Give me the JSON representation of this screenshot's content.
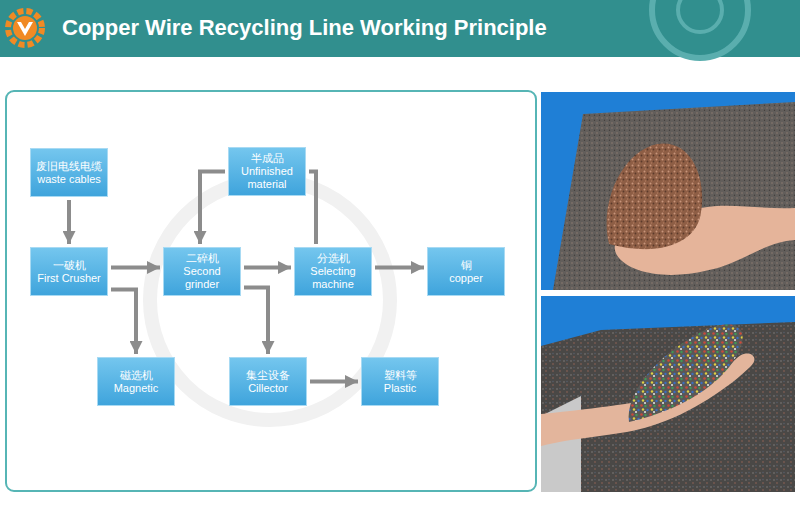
{
  "diagram": {
    "title": "Copper Wire Recycling Line Working Principle",
    "nodes": [
      {
        "text": [
          "废旧电线电缆",
          "waste cables"
        ]
      },
      {
        "text": [
          "半成品",
          "Unfinished material"
        ]
      },
      {
        "text": [
          "一破机",
          "First Crusher"
        ]
      },
      {
        "text": [
          "二碎机",
          "Second grinder"
        ]
      },
      {
        "text": [
          "分选机",
          "Selecting machine"
        ]
      },
      {
        "text": [
          "铜",
          "copper"
        ]
      },
      {
        "text": [
          "磁选机",
          "Magnetic"
        ]
      },
      {
        "text": [
          "集尘设备",
          "Cillector"
        ]
      },
      {
        "text": [
          "塑料等",
          "Plastic"
        ]
      }
    ],
    "edges": [
      {
        "from": 0,
        "to": 2,
        "arrow": "to"
      },
      {
        "from": 2,
        "to": 3,
        "arrow": "to"
      },
      {
        "from": 2,
        "to": 6,
        "arrow": "to"
      },
      {
        "from": 3,
        "to": 4,
        "arrow": "to"
      },
      {
        "from": 4,
        "to": 5,
        "arrow": "to"
      },
      {
        "from": 4,
        "to": 1,
        "arrow": "none"
      },
      {
        "from": 1,
        "to": 3,
        "arrow": "to"
      },
      {
        "from": 3,
        "to": 7,
        "arrow": "to"
      },
      {
        "from": 7,
        "to": 8,
        "arrow": "to"
      }
    ]
  }
}
